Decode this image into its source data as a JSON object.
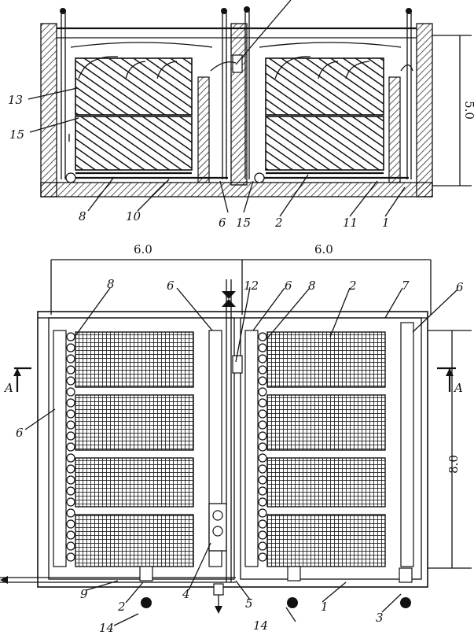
{
  "drawing": {
    "section_view": {
      "labels": {
        "l13": "13",
        "l15a": "15",
        "l8": "8",
        "l10": "10",
        "l6": "6",
        "l15b": "15",
        "l2": "2",
        "l11": "11",
        "l1": "1"
      },
      "height_dim": "5.0"
    },
    "plan_view": {
      "width_left": "6.0",
      "width_right": "6.0",
      "height_dim": "8.0",
      "labels": {
        "p8a": "8",
        "p6a": "6",
        "p12": "12",
        "p6b": "6",
        "p8b": "8",
        "p2a": "2",
        "p7": "7",
        "p6c": "6",
        "p6d": "6",
        "p9": "9",
        "p2b": "2",
        "p14a": "14",
        "p4": "4",
        "p5": "5",
        "p14b": "14",
        "p1": "1",
        "p3": "3",
        "secA_left": "A",
        "secA_right": "A"
      }
    }
  }
}
